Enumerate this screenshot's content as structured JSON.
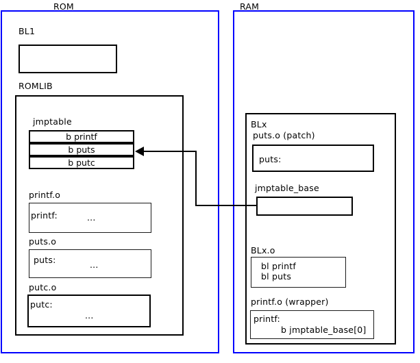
{
  "diagram": {
    "title": "ROM and RAM jump table patching diagram",
    "accent_color": "#0000ff",
    "line_color": "#000000",
    "background": "#ffffff"
  },
  "rom": {
    "label": "ROM",
    "bl1": {
      "label": "BL1",
      "body": ""
    },
    "romlib": {
      "label": "ROMLIB",
      "jmptable": {
        "label": "jmptable",
        "entries": [
          "b printf",
          "b puts",
          "b putc"
        ]
      },
      "objects": [
        {
          "label": "printf.o",
          "symbol": "printf:",
          "ellipsis": "..."
        },
        {
          "label": "puts.o",
          "symbol": "puts:",
          "ellipsis": "..."
        },
        {
          "label": "putc.o",
          "symbol": "putc:",
          "ellipsis": "..."
        }
      ]
    }
  },
  "ram": {
    "label": "RAM",
    "blx": {
      "label": "BLx",
      "puts_patch": {
        "label": "puts.o (patch)",
        "symbol": "puts:"
      },
      "jmptable_base": {
        "label": "jmptable_base",
        "body": ""
      },
      "blx_o": {
        "label": "BLx.o",
        "line1": "bl printf",
        "line2": "bl puts"
      },
      "printf_wrapper": {
        "label": "printf.o (wrapper)",
        "symbol": "printf:",
        "branch": "b jmptable_base[0]"
      }
    }
  },
  "connector": {
    "name": "jmptable-base-to-b-puts-arrow",
    "from": "jmptable_base",
    "to": "b puts"
  }
}
